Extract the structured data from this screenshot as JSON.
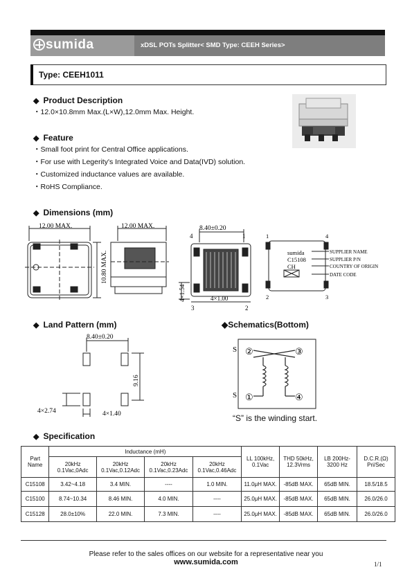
{
  "header": {
    "brand": "sumida",
    "series_title": "xDSL POTs Splitter< SMD Type: CEEH Series>",
    "type_label": "Type: CEEH1011"
  },
  "product_description": {
    "heading": "Product Description",
    "line": "・12.0×10.8mm Max.(L×W),12.0mm Max. Height."
  },
  "feature": {
    "heading": "Feature",
    "items": [
      "・Small foot print for Central Office applications.",
      "・For use with Legerity's Integrated Voice and Data(IVD) solution.",
      "・Customized inductance values are available.",
      "・RoHS Compliance."
    ]
  },
  "dimensions": {
    "heading": "Dimensions (mm)",
    "top_width": "12.00 MAX.",
    "side_width": "12.00 MAX.",
    "height_label": "10.80 MAX.",
    "pad_span": "8.40±0.20",
    "pad_pitch_v": "4×1.54",
    "pad_pitch_h": "4×1.00",
    "pins": [
      "1",
      "2",
      "3",
      "4"
    ],
    "marking": {
      "line1": "sumida",
      "line2": "C15108",
      "line3": "CH",
      "label_supplier": "SUPPLIER NAME",
      "label_pn": "SUPPLIER P/N",
      "label_origin": "COUNTRY OF ORIGIN",
      "label_date": "DATE CODE"
    }
  },
  "land_pattern": {
    "heading": "Land Pattern (mm)",
    "span": "8.40±0.20",
    "height": "9.16",
    "pad_h": "4×2.74",
    "pad_w": "4×1.40"
  },
  "schematics": {
    "heading": "Schematics(Bottom)",
    "s_label": "S",
    "pins": [
      "②",
      "③",
      "①",
      "④"
    ],
    "note": "“S” is the winding start."
  },
  "specification": {
    "heading": "Specification",
    "headers": {
      "part_name": "Part Name",
      "inductance": "Inductance (mH)",
      "ind_cols": [
        "20kHz 0.1Vac,0Adc",
        "20kHz 0.1Vac,0.12Adc",
        "20kHz 0.1Vac,0.23Adc",
        "20kHz 0.1Vac,0.46Adc"
      ],
      "ll": "LL 100kHz, 0.1Vac",
      "thd": "THD 50kHz, 12.3Vrms",
      "lb": "LB 200Hz-3200 Hz",
      "dcr": "D.C.R.(Ω) Pri/Sec"
    },
    "rows": [
      [
        "C15108",
        "3.42~4.18",
        "3.4 MIN.",
        "----",
        "1.0 MIN.",
        "11.0μH MAX.",
        "-85dB MAX.",
        "65dB MIN.",
        "18.5/18.5"
      ],
      [
        "C15100",
        "8.74~10.34",
        "8.46 MIN.",
        "4.0 MIN.",
        "----",
        "25.0μH MAX.",
        "-85dB MAX.",
        "65dB MIN.",
        "26.0/26.0"
      ],
      [
        "C15128",
        "28.0±10%",
        "22.0 MIN.",
        "7.3 MIN.",
        "----",
        "25.0μH MAX.",
        "-85dB MAX.",
        "65dB MIN.",
        "26.0/26.0"
      ]
    ]
  },
  "footer": {
    "line1": "Please refer to the sales offices on our website for a representative near you",
    "website": "www.sumida.com",
    "page": "1/1"
  }
}
